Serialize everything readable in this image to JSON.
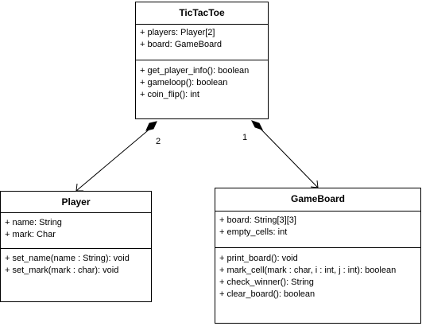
{
  "classes": {
    "tictactoe": {
      "name": "TicTacToe",
      "attributes": [
        "+ players: Player[2]",
        "+ board: GameBoard"
      ],
      "methods": [
        "+ get_player_info(): boolean",
        "+ gameloop(): boolean",
        "+ coin_flip(): int"
      ]
    },
    "player": {
      "name": "Player",
      "attributes": [
        "+ name: String",
        "+ mark: Char"
      ],
      "methods": [
        "+ set_name(name : String): void",
        "+ set_mark(mark : char): void"
      ]
    },
    "gameboard": {
      "name": "GameBoard",
      "attributes": [
        "+ board: String[3][3]",
        "+ empty_cells: int"
      ],
      "methods": [
        "+ print_board(): void",
        "+ mark_cell(mark : char, i : int, j : int):  boolean",
        "+ check_winner(): String",
        "+ clear_board(): boolean"
      ]
    }
  },
  "associations": [
    {
      "from": "TicTacToe",
      "to": "Player",
      "kind": "composition",
      "multiplicity": "2"
    },
    {
      "from": "TicTacToe",
      "to": "GameBoard",
      "kind": "composition",
      "multiplicity": "1"
    }
  ]
}
